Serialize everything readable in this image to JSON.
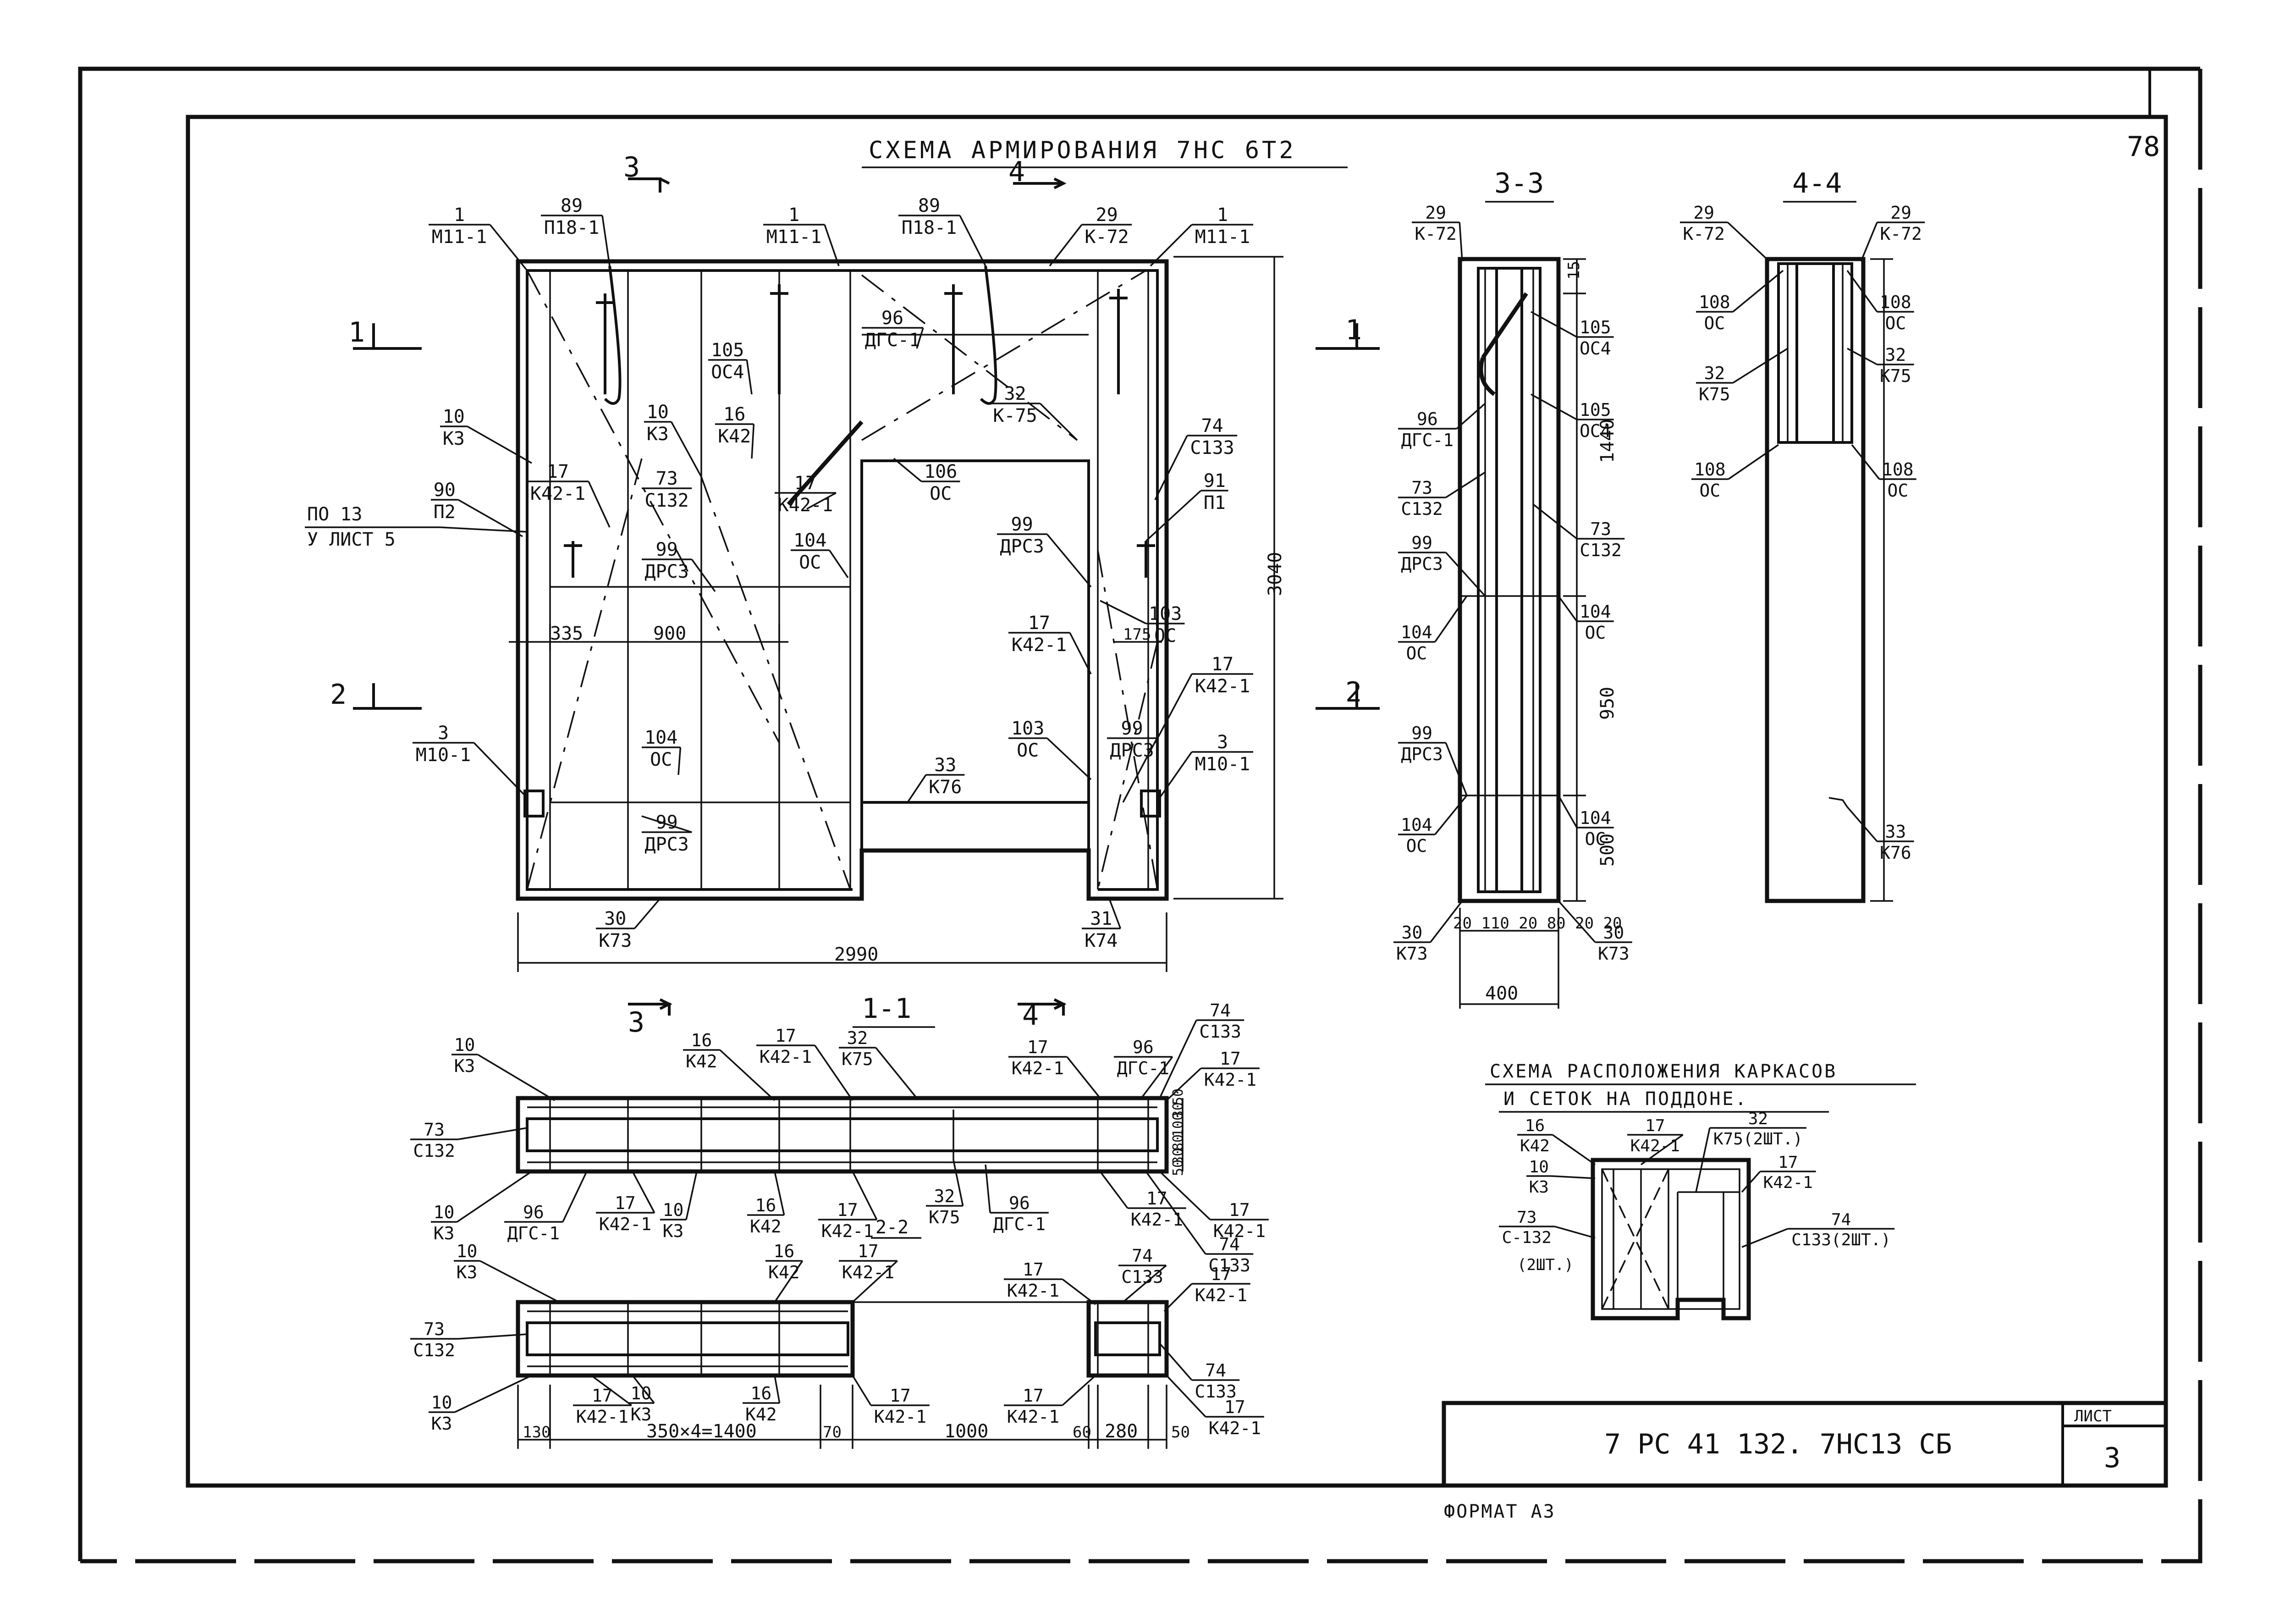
{
  "sheet_number_top": "78",
  "main_title": "СХЕМА АРМИРОВАНИЯ 7НС 6Т2",
  "section_marks": {
    "s3_top": "3",
    "s4_top": "4",
    "s1_left": "1",
    "s2_left": "2",
    "s1_right": "1",
    "s2_right": "2",
    "s3_bottom": "3",
    "s4_bottom": "4"
  },
  "section_titles": {
    "s33": "3-3",
    "s44": "4-4",
    "s11": "1-1",
    "s22": "2-2"
  },
  "main_callouts": [
    {
      "n": "1",
      "m": "М11-1"
    },
    {
      "n": "89",
      "m": "П18-1"
    },
    {
      "n": "1",
      "m": "М11-1"
    },
    {
      "n": "89",
      "m": "П18-1"
    },
    {
      "n": "29",
      "m": "К-72"
    },
    {
      "n": "1",
      "m": "М11-1"
    },
    {
      "n": "96",
      "m": "ДГС-1"
    },
    {
      "n": "105",
      "m": "ОС4"
    },
    {
      "n": "32",
      "m": "К-75"
    },
    {
      "n": "10",
      "m": "К3"
    },
    {
      "n": "10",
      "m": "К3"
    },
    {
      "n": "16",
      "m": "К42"
    },
    {
      "n": "17",
      "m": "К42-1"
    },
    {
      "n": "73",
      "m": "С132"
    },
    {
      "n": "17",
      "m": "К42-1"
    },
    {
      "n": "106",
      "m": "ОС"
    },
    {
      "n": "74",
      "m": "С133"
    },
    {
      "n": "91",
      "m": "П1"
    },
    {
      "n": "90",
      "m": "П2"
    },
    {
      "n": "99",
      "m": "ДРС3"
    },
    {
      "n": "104",
      "m": "ОС"
    },
    {
      "n": "99",
      "m": "ДРС3"
    },
    {
      "n": "103",
      "m": "ОС"
    },
    {
      "n": "17",
      "m": "К42-1"
    },
    {
      "n": "17",
      "m": "К42-1"
    },
    {
      "n": "3",
      "m": "М10-1"
    },
    {
      "n": "104",
      "m": "ОС"
    },
    {
      "n": "33",
      "m": "К76"
    },
    {
      "n": "103",
      "m": "ОС"
    },
    {
      "n": "99",
      "m": "ДРС3"
    },
    {
      "n": "3",
      "m": "М10-1"
    },
    {
      "n": "99",
      "m": "ДРС3"
    },
    {
      "n": "30",
      "m": "К73"
    },
    {
      "n": "31",
      "m": "К74"
    }
  ],
  "ref_note": {
    "line1": "ПО 13",
    "line2": "У ЛИСТ 5"
  },
  "main_dims": {
    "d335": "335",
    "d900": "900",
    "d175": "175",
    "d3040": "3040",
    "d2990": "2990"
  },
  "s33_callouts": [
    {
      "n": "29",
      "m": "К-72"
    },
    {
      "n": "105",
      "m": "ОС4"
    },
    {
      "n": "105",
      "m": "ОС4"
    },
    {
      "n": "96",
      "m": "ДГС-1"
    },
    {
      "n": "73",
      "m": "С132"
    },
    {
      "n": "73",
      "m": "С132"
    },
    {
      "n": "99",
      "m": "ДРС3"
    },
    {
      "n": "104",
      "m": "ОС"
    },
    {
      "n": "104",
      "m": "ОС"
    },
    {
      "n": "99",
      "m": "ДРС3"
    },
    {
      "n": "104",
      "m": "ОС"
    },
    {
      "n": "104",
      "m": "ОС"
    },
    {
      "n": "30",
      "m": "К73"
    },
    {
      "n": "30",
      "m": "К73"
    }
  ],
  "s33_dims": {
    "d15": "15",
    "d1440": "1440",
    "d950": "950",
    "d500": "500",
    "d400": "400",
    "bottom": "20 110 20 80 20 20"
  },
  "s44_callouts": [
    {
      "n": "29",
      "m": "К-72"
    },
    {
      "n": "29",
      "m": "К-72"
    },
    {
      "n": "108",
      "m": "ОС"
    },
    {
      "n": "108",
      "m": "ОС"
    },
    {
      "n": "32",
      "m": "К75"
    },
    {
      "n": "32",
      "m": "К75"
    },
    {
      "n": "108",
      "m": "ОС"
    },
    {
      "n": "108",
      "m": "ОС"
    },
    {
      "n": "33",
      "m": "К76"
    }
  ],
  "s11_callouts": [
    {
      "n": "10",
      "m": "К3"
    },
    {
      "n": "16",
      "m": "К42"
    },
    {
      "n": "17",
      "m": "К42-1"
    },
    {
      "n": "32",
      "m": "К75"
    },
    {
      "n": "17",
      "m": "К42-1"
    },
    {
      "n": "96",
      "m": "ДГС-1"
    },
    {
      "n": "74",
      "m": "С133"
    },
    {
      "n": "17",
      "m": "К42-1"
    },
    {
      "n": "73",
      "m": "С132"
    },
    {
      "n": "10",
      "m": "К3"
    },
    {
      "n": "96",
      "m": "ДГС-1"
    },
    {
      "n": "17",
      "m": "К42-1"
    },
    {
      "n": "10",
      "m": "К3"
    },
    {
      "n": "16",
      "m": "К42"
    },
    {
      "n": "17",
      "m": "К42-1"
    },
    {
      "n": "32",
      "m": "К75"
    },
    {
      "n": "96",
      "m": "ДГС-1"
    },
    {
      "n": "17",
      "m": "К42-1"
    },
    {
      "n": "17",
      "m": "К42-1"
    },
    {
      "n": "74",
      "m": "С133"
    }
  ],
  "s11_dims": [
    "50",
    "30",
    "100",
    "80",
    "30",
    "50"
  ],
  "s22_callouts": [
    {
      "n": "10",
      "m": "К3"
    },
    {
      "n": "16",
      "m": "К42"
    },
    {
      "n": "17",
      "m": "К42-1"
    },
    {
      "n": "17",
      "m": "К42-1"
    },
    {
      "n": "74",
      "m": "С133"
    },
    {
      "n": "17",
      "m": "К42-1"
    },
    {
      "n": "73",
      "m": "С132"
    },
    {
      "n": "74",
      "m": "С133"
    },
    {
      "n": "10",
      "m": "К3"
    },
    {
      "n": "17",
      "m": "К42-1"
    },
    {
      "n": "10",
      "m": "К3"
    },
    {
      "n": "16",
      "m": "К42"
    },
    {
      "n": "17",
      "m": "К42-1"
    },
    {
      "n": "17",
      "m": "К42-1"
    },
    {
      "n": "17",
      "m": "К42-1"
    }
  ],
  "s22_dims": {
    "d130": "130",
    "d350x4": "350×4=1400",
    "d70": "70",
    "d1000": "1000",
    "d60": "60",
    "d280": "280",
    "d50": "50"
  },
  "pallet": {
    "title1": "СХЕМА РАСПОЛОЖЕНИЯ КАРКАСОВ",
    "title2": "И СЕТОК НА ПОДДОНЕ.",
    "callouts": [
      {
        "n": "16",
        "m": "К42"
      },
      {
        "n": "17",
        "m": "К42-1"
      },
      {
        "n": "32",
        "m": "К75(2ШТ.)"
      },
      {
        "n": "10",
        "m": "К3"
      },
      {
        "n": "17",
        "m": "К42-1"
      },
      {
        "n": "73",
        "m": "С-132"
      },
      {
        "n": "74",
        "m": "С133(2ШТ.)"
      }
    ],
    "qty_note": "(2ШТ.)"
  },
  "stamp": {
    "code": "7 РС 41 132.  7НС13 СБ",
    "sheet_label": "ЛИСТ",
    "sheet_no": "3"
  },
  "format": "ФОРМАТ А3"
}
